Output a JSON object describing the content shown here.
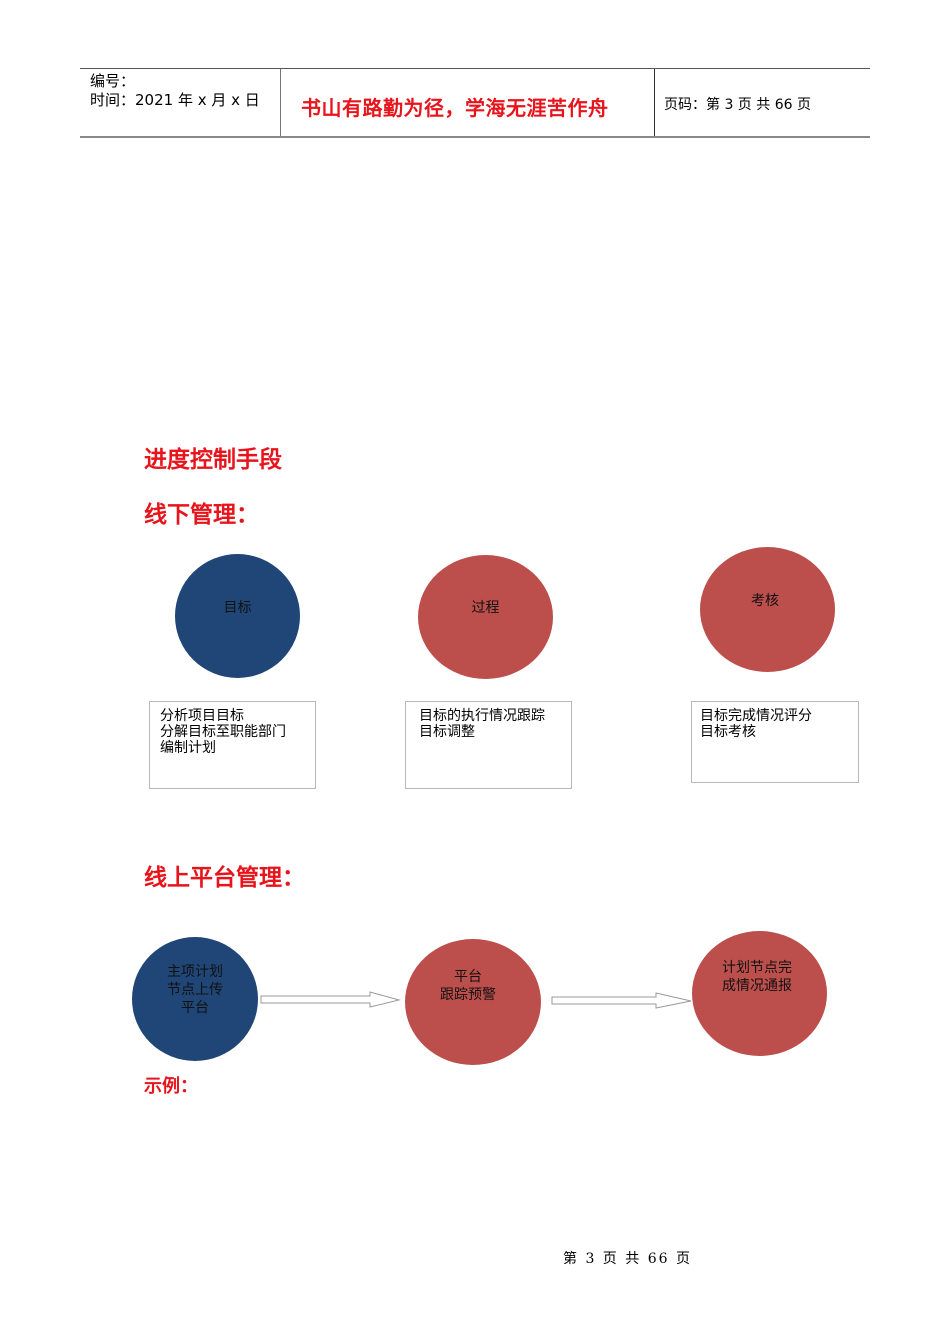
{
  "header": {
    "serial_label": "编号：",
    "date_label": "时间：2021 年 x 月 x 日",
    "motto": "书山有路勤为径，学海无涯苦作舟",
    "page_info": "页码：第 3 页  共 66 页"
  },
  "section_title": "进度控制手段",
  "offline": {
    "heading": "线下管理：",
    "circles": [
      {
        "label": "目标",
        "color": "#1f4677"
      },
      {
        "label": "过程",
        "color": "#bc4f4c"
      },
      {
        "label": "考核",
        "color": "#bc4f4c"
      }
    ],
    "boxes": [
      {
        "lines": [
          "分析项目目标",
          "分解目标至职能部门",
          "编制计划"
        ]
      },
      {
        "lines": [
          "目标的执行情况跟踪",
          "目标调整"
        ]
      },
      {
        "lines": [
          "目标完成情况评分",
          "目标考核"
        ]
      }
    ]
  },
  "online": {
    "heading": "线上平台管理：",
    "circles": [
      {
        "lines": [
          "主项计划",
          "节点上传",
          "平台"
        ],
        "color": "#1f4677"
      },
      {
        "lines": [
          "平台",
          "跟踪预警"
        ],
        "color": "#bc4f4c"
      },
      {
        "lines": [
          "计划节点完",
          "成情况通报"
        ],
        "color": "#bc4f4c"
      }
    ],
    "arrows": [
      "right-arrow",
      "right-arrow"
    ]
  },
  "example_label": "示例：",
  "footer": {
    "page_text": "第 3 页 共 66 页"
  },
  "colors": {
    "heading_red": "#e8141c",
    "circle_blue": "#1f4677",
    "circle_red": "#bc4f4c"
  }
}
